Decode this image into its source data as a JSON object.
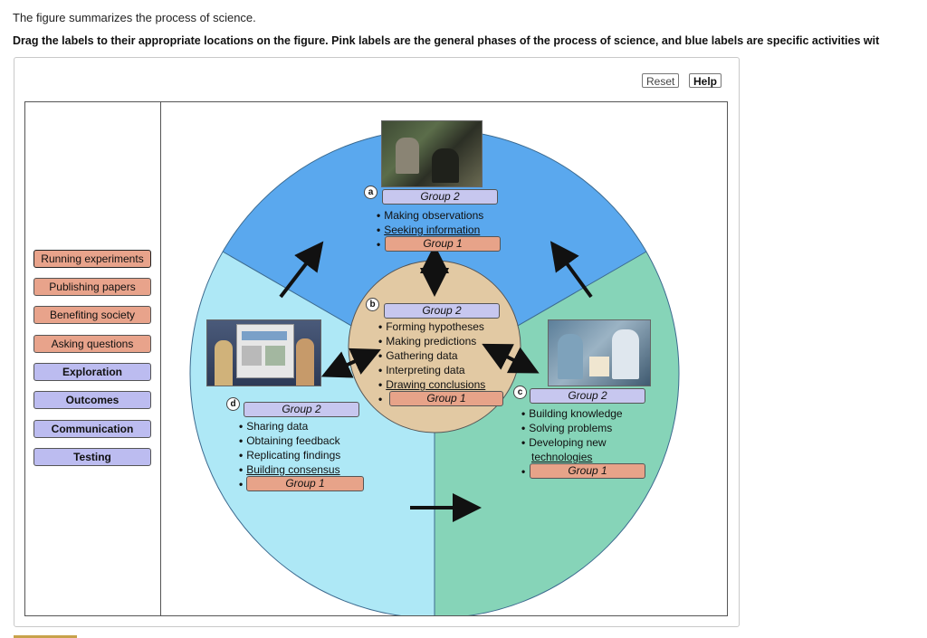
{
  "intro_text": "The figure summarizes the process of science.",
  "instructions": "Drag the labels to their appropriate locations on the figure. Pink labels are the general phases of the process of science, and blue labels are specific activities wit",
  "buttons": {
    "reset": "Reset",
    "help": "Help"
  },
  "tray_labels": [
    {
      "text": "Running experiments",
      "color": "pink"
    },
    {
      "text": "Publishing papers",
      "color": "pink"
    },
    {
      "text": "Benefiting society",
      "color": "pink"
    },
    {
      "text": "Asking questions",
      "color": "pink"
    },
    {
      "text": "Exploration",
      "color": "blue"
    },
    {
      "text": "Outcomes",
      "color": "blue"
    },
    {
      "text": "Communication",
      "color": "blue"
    },
    {
      "text": "Testing",
      "color": "blue"
    }
  ],
  "sections": {
    "a": {
      "badge": "a",
      "group_top": "Group 2",
      "bullets": [
        "Making observations",
        "Seeking information"
      ],
      "group_bottom": "Group 1"
    },
    "b": {
      "badge": "b",
      "group_top": "Group 2",
      "bullets": [
        "Forming hypotheses",
        "Making predictions",
        "Gathering data",
        "Interpreting data",
        "Drawing conclusions"
      ],
      "group_bottom": "Group 1"
    },
    "c": {
      "badge": "c",
      "group_top": "Group 2",
      "bullets": [
        "Building knowledge",
        "Solving problems",
        "Developing new",
        "technologies"
      ],
      "group_bottom": "Group 1"
    },
    "d": {
      "badge": "d",
      "group_top": "Group 2",
      "bullets": [
        "Sharing data",
        "Obtaining feedback",
        "Replicating findings",
        "Building consensus"
      ],
      "group_bottom": "Group 1"
    }
  },
  "colors": {
    "top_sector": "#5aa8ee",
    "left_sector": "#aee8f6",
    "right_sector": "#86d4b8",
    "center": "#e2c9a3",
    "pink_label": "#e8a38b",
    "blue_label": "#bcbcf0"
  }
}
